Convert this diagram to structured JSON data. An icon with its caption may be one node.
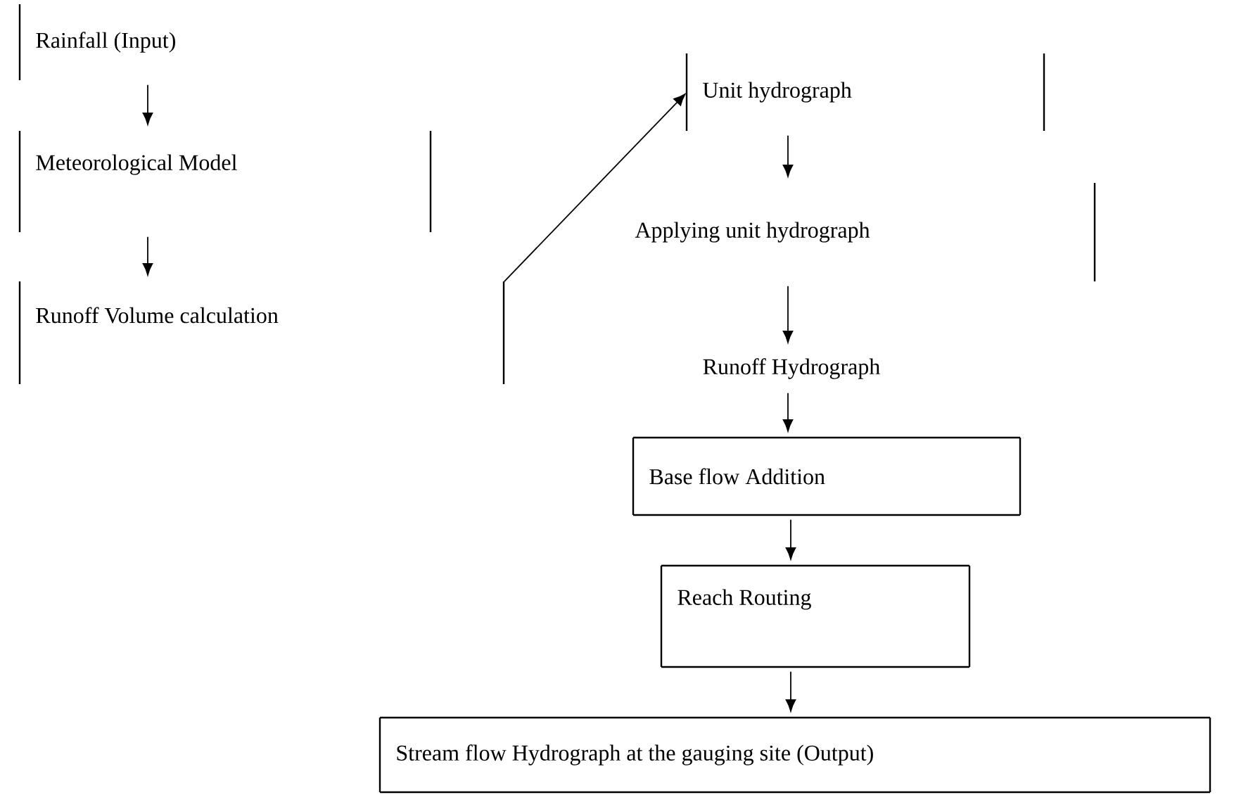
{
  "diagram": {
    "nodes": [
      {
        "text": [
          "Rainfall (Input)"
        ]
      },
      {
        "text": [
          "Meteorological Model"
        ]
      },
      {
        "text": [
          "Runoff Volume calculation"
        ]
      },
      {
        "text": [
          "Unit hydrograph"
        ]
      },
      {
        "text": [
          "Applying unit hydrograph"
        ]
      },
      {
        "text": [
          "Runoff Hydrograph"
        ]
      },
      {
        "text": [
          "Base flow Addition"
        ]
      },
      {
        "text": [
          "Reach Routing"
        ]
      },
      {
        "text": [
          "Stream flow Hydrograph at the gauging site (Output)"
        ]
      }
    ],
    "edges": [
      {
        "from": 0,
        "to": 1,
        "arrow": "to"
      },
      {
        "from": 1,
        "to": 2,
        "arrow": "to"
      },
      {
        "from": 2,
        "to": 3,
        "arrow": "to"
      },
      {
        "from": 3,
        "to": 4,
        "arrow": "to"
      },
      {
        "from": 4,
        "to": 5,
        "arrow": "to"
      },
      {
        "from": 5,
        "to": 6,
        "arrow": "to"
      },
      {
        "from": 6,
        "to": 7,
        "arrow": "to"
      },
      {
        "from": 7,
        "to": 8,
        "arrow": "to"
      }
    ]
  }
}
